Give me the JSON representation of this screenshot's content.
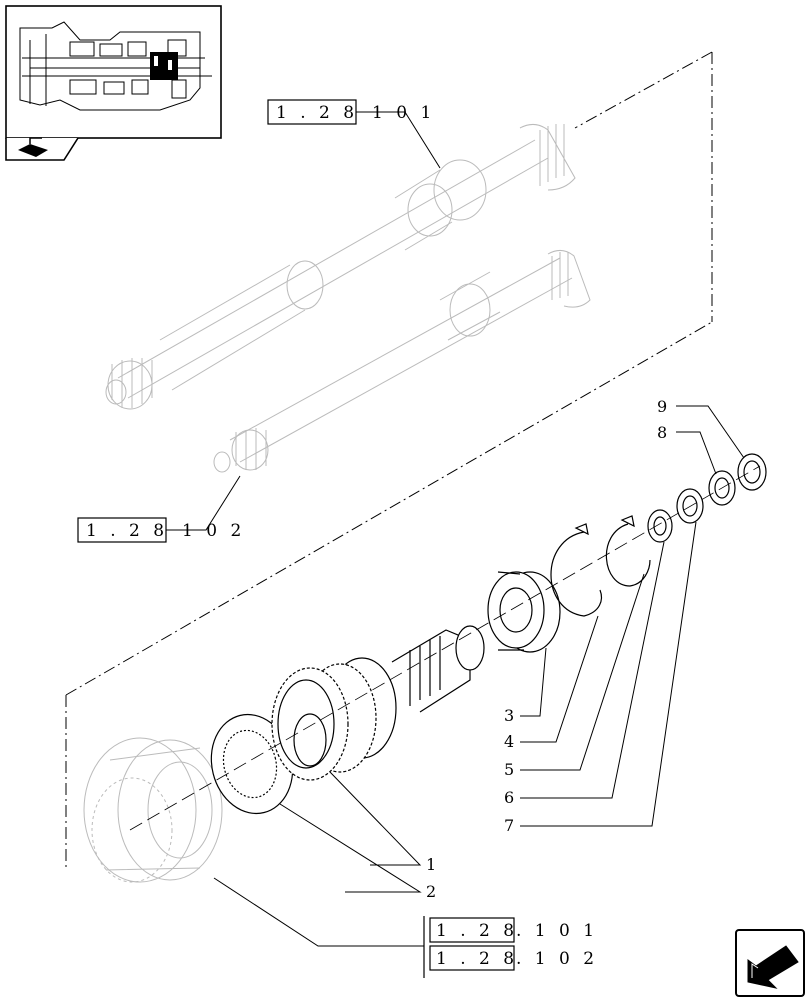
{
  "callouts": {
    "shaft_upper": {
      "boxed": "1 . 2 8",
      "rest": "1 0 1"
    },
    "shaft_lower": {
      "boxed": "1 . 2 8",
      "rest": "1 0 2"
    },
    "synchro_ref_1": {
      "boxed": "1 . 2 8",
      "rest": ". 1 0 1"
    },
    "synchro_ref_2": {
      "boxed": "1 . 2 8",
      "rest": ". 1 0 2"
    }
  },
  "part_numbers": [
    "1",
    "2",
    "3",
    "4",
    "5",
    "6",
    "7",
    "8",
    "9"
  ],
  "icons": {
    "book": "book-icon",
    "nav_prev": "arrow-icon"
  }
}
